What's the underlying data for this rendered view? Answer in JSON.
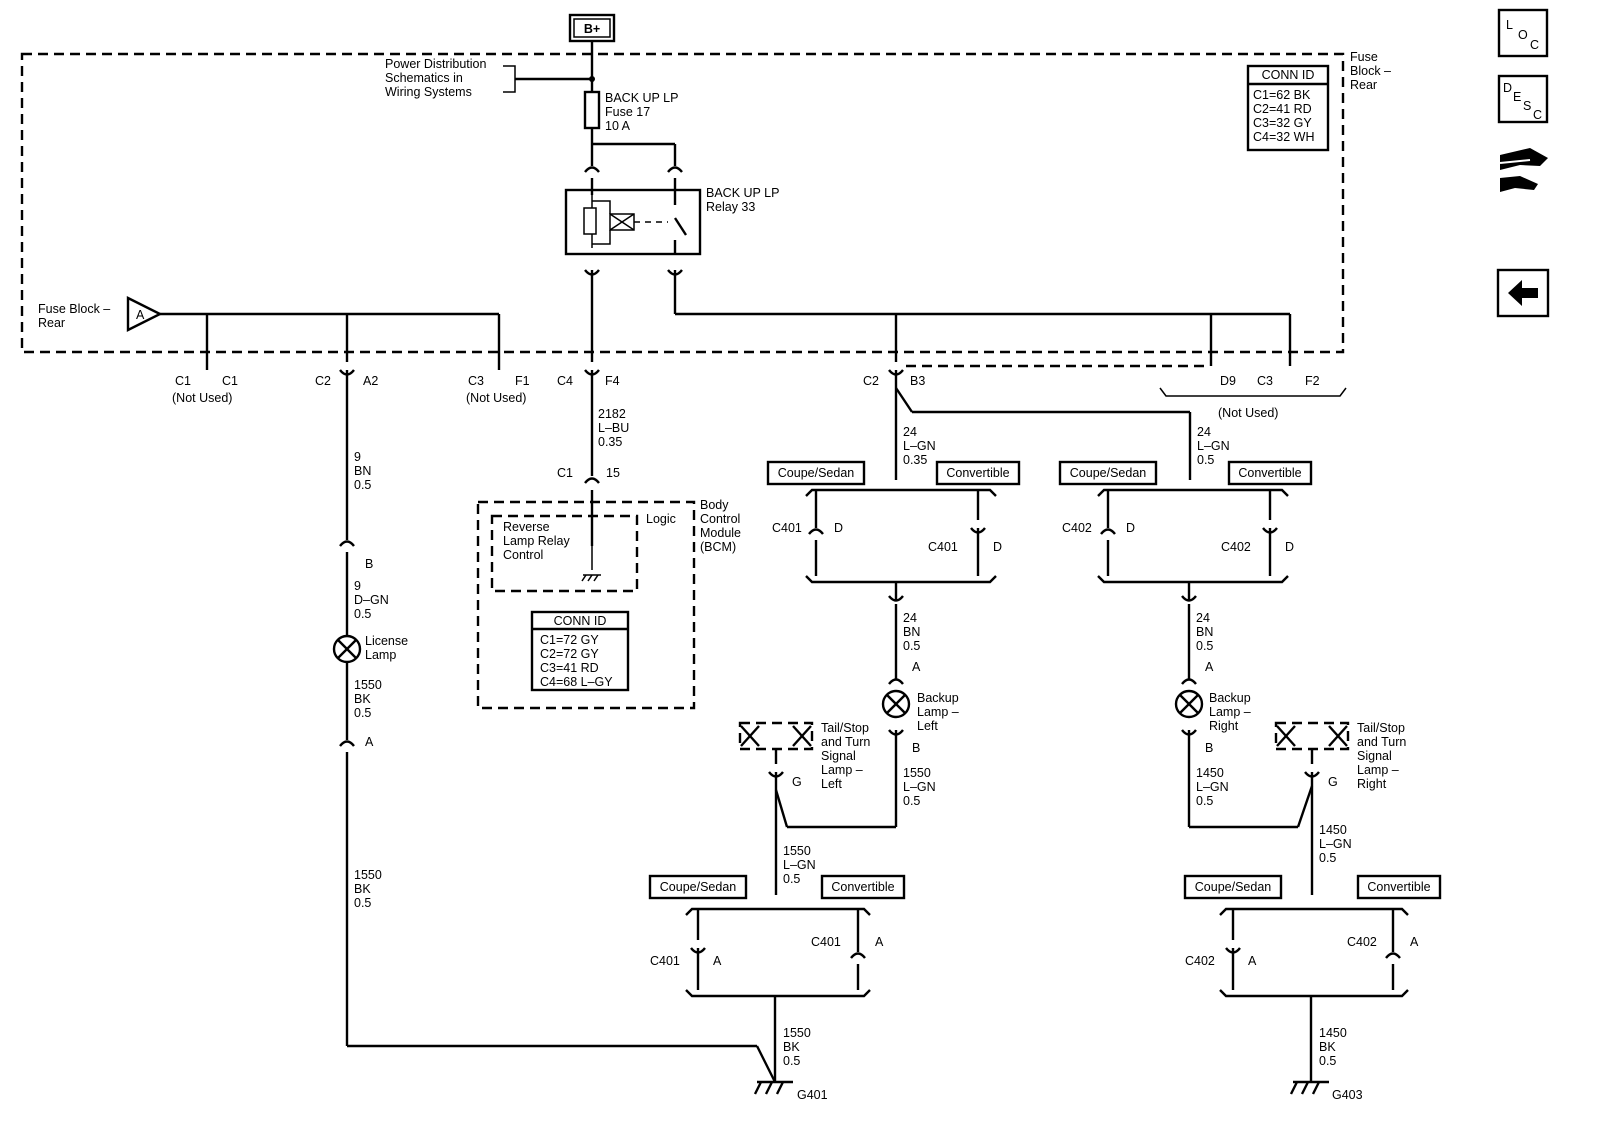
{
  "supply": "B+",
  "power_dist": [
    "Power Distribution",
    "Schematics in",
    "Wiring Systems"
  ],
  "fuse_block": [
    "Fuse",
    "Block –",
    "Rear"
  ],
  "conn_id_fuse": {
    "title": "CONN ID",
    "rows": [
      "C1=62 BK",
      "C2=41 RD",
      "C3=32 GY",
      "C4=32 WH"
    ]
  },
  "fuse": [
    "BACK UP LP",
    "Fuse 17",
    "10 A"
  ],
  "relay": [
    "BACK UP LP",
    "Relay 33"
  ],
  "fuse_block_rear_ref": [
    "Fuse Block –",
    "Rear"
  ],
  "offpage_ref": "A",
  "connectors": {
    "c1_left": "C1",
    "c1_pin": "C1",
    "not_used_1": "(Not Used)",
    "c2_left": "C2",
    "c2_pin": "A2",
    "c3_left": "C3",
    "c3_pin": "F1",
    "not_used_2": "(Not Used)",
    "c4_left": "C4",
    "c4_pin": "F4",
    "c2b_left": "C2",
    "c2b_pin": "B3",
    "d9": "D9",
    "c3b": "C3",
    "f2": "F2",
    "not_used_3": "(Not Used)"
  },
  "wires": {
    "w2182": [
      "2182",
      "L–BU",
      "0.35"
    ],
    "w9bn": [
      "9",
      "BN",
      "0.5"
    ],
    "w9dgn": [
      "9",
      "D–GN",
      "0.5"
    ],
    "w1550bk_a": [
      "1550",
      "BK",
      "0.5"
    ],
    "w1550bk_b": [
      "1550",
      "BK",
      "0.5"
    ],
    "w24lgn_l": [
      "24",
      "L–GN",
      "0.35"
    ],
    "w24lgn_r": [
      "24",
      "L–GN",
      "0.5"
    ],
    "w24bn_l": [
      "24",
      "BN",
      "0.5"
    ],
    "w24bn_r": [
      "24",
      "BN",
      "0.5"
    ],
    "w1550lgn_l": [
      "1550",
      "L–GN",
      "0.5"
    ],
    "w1550lgn_l2": [
      "1550",
      "L–GN",
      "0.5"
    ],
    "w1450lgn_r": [
      "1450",
      "L–GN",
      "0.5"
    ],
    "w1450lgn_r2": [
      "1450",
      "L–GN",
      "0.5"
    ],
    "w1550bk_g": [
      "1550",
      "BK",
      "0.5"
    ],
    "w1450bk_g": [
      "1450",
      "BK",
      "0.5"
    ]
  },
  "bcm": {
    "c1": "C1",
    "pin15": "15",
    "logic": "Logic",
    "name": [
      "Body",
      "Control",
      "Module",
      "(BCM)"
    ],
    "relay_ctrl": [
      "Reverse",
      "Lamp Relay",
      "Control"
    ],
    "conn_id": {
      "title": "CONN ID",
      "rows": [
        "C1=72 GY",
        "C2=72 GY",
        "C3=41 RD",
        "C4=68 L–GY"
      ]
    }
  },
  "license": {
    "pin_b": "B",
    "pin_a": "A",
    "label": [
      "License",
      "Lamp"
    ]
  },
  "options": {
    "coupe": "Coupe/Sedan",
    "conv": "Convertible"
  },
  "c401": "C401",
  "c402": "C402",
  "pin_d": "D",
  "pin_a": "A",
  "pin_b": "B",
  "pin_g": "G",
  "backup_left": [
    "Backup",
    "Lamp –",
    "Left"
  ],
  "backup_right": [
    "Backup",
    "Lamp –",
    "Right"
  ],
  "tail_left": [
    "Tail/Stop",
    "and Turn",
    "Signal",
    "Lamp –",
    "Left"
  ],
  "tail_right": [
    "Tail/Stop",
    "and Turn",
    "Signal",
    "Lamp –",
    "Right"
  ],
  "g401": "G401",
  "g403": "G403",
  "nav": {
    "loc": [
      "L",
      "O",
      "C"
    ],
    "desc": [
      "D",
      "E",
      "S",
      "C"
    ]
  }
}
